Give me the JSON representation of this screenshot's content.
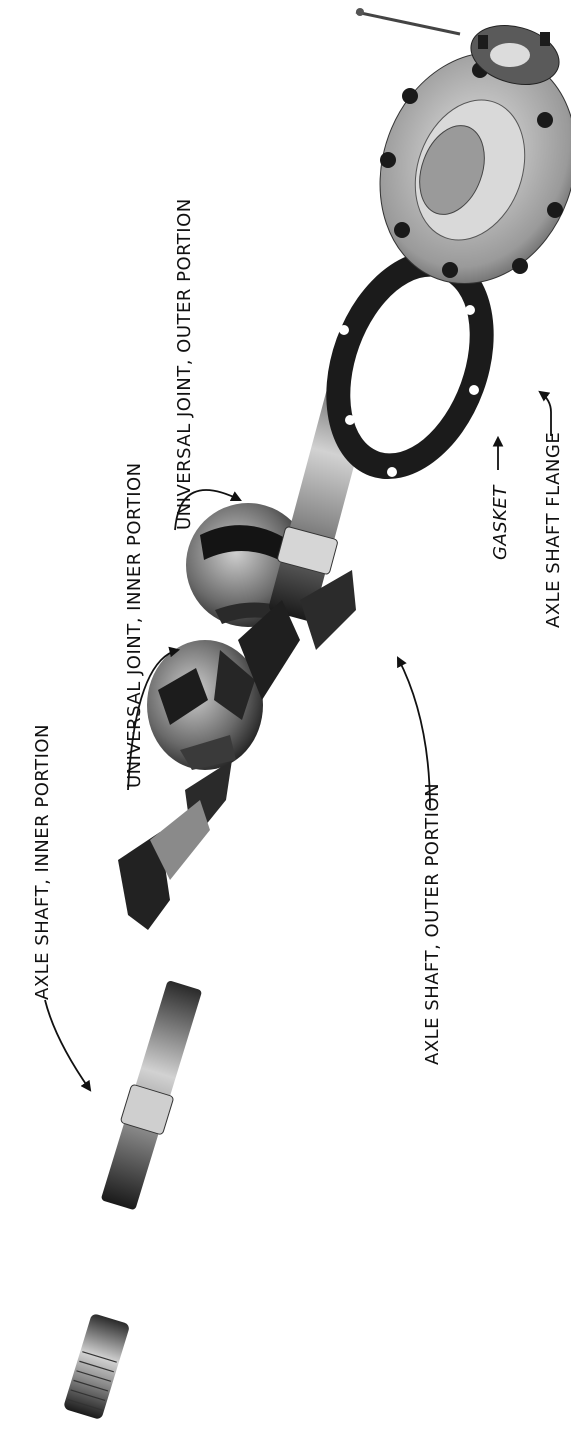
{
  "figure": {
    "labels": {
      "inner_shaft": "AXLE SHAFT, INNER PORTION",
      "uj_inner": "UNIVERSAL JOINT, INNER PORTION",
      "uj_outer": "UNIVERSAL JOINT, OUTER PORTION",
      "outer_shaft": "AXLE SHAFT, OUTER PORTION",
      "gasket": "GASKET",
      "flange": "AXLE SHAFT FLANGE"
    },
    "colors": {
      "ink": "#111111",
      "metal_dark": "#1a1a1a",
      "metal_mid": "#6e6e6e",
      "metal_light": "#bdbdbd"
    }
  }
}
